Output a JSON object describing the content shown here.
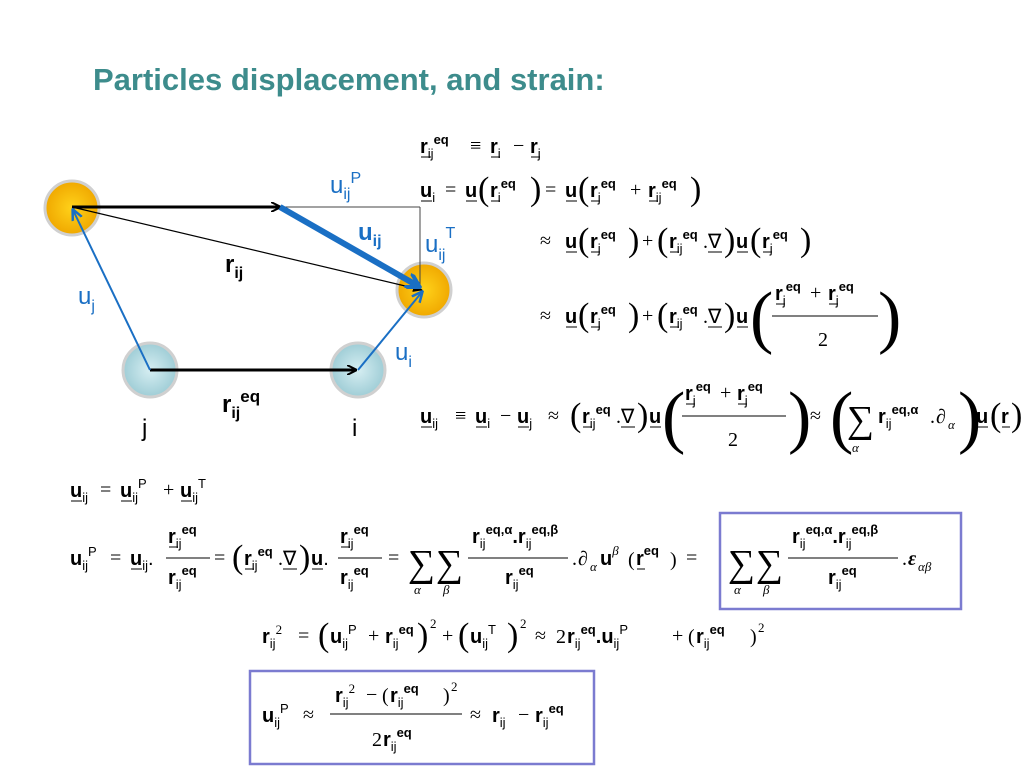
{
  "slide": {
    "title": "Particles displacement, and strain:"
  },
  "diagram": {
    "label_uijP": "u",
    "label_uijP_sub": "ij",
    "label_uijP_sup": "P",
    "label_uij": "u",
    "label_uij_sub": "ij",
    "label_uijT": "u",
    "label_uijT_sub": "ij",
    "label_uijT_sup": "T",
    "label_rij": "r",
    "label_rij_sub": "ij",
    "label_uj": "u",
    "label_uj_sub": "j",
    "label_ui": "u",
    "label_ui_sub": "i",
    "label_rijeq": "r",
    "label_rijeq_sub": "ij",
    "label_rijeq_sup": "eq",
    "label_j": "j",
    "label_i": "i",
    "colors": {
      "orange_particle": "#f5b400",
      "blue_particle": "#b9dde3",
      "arrow_blue": "#1a6fc4",
      "title": "#3d8c8c",
      "box": "#7b7bd0"
    }
  },
  "eq": {
    "r": "r",
    "u": "u",
    "ij": "ij",
    "i": "i",
    "j": "j",
    "eq": "eq",
    "P": "P",
    "T": "T",
    "equiv": "≡",
    "minus": "−",
    "plus": "+",
    "eqsign": "=",
    "approx": "≈",
    "nabla": "∇",
    "partial": "∂",
    "alpha": "α",
    "beta": "β",
    "eqalpha": "eq,α",
    "eqbeta": "eq,β",
    "two": "2",
    "sq": "2",
    "sum": "∑",
    "dot": ".",
    "lparen": "(",
    "rparen": ")",
    "epsilon": "ε",
    "alphabeta": "αβ"
  }
}
